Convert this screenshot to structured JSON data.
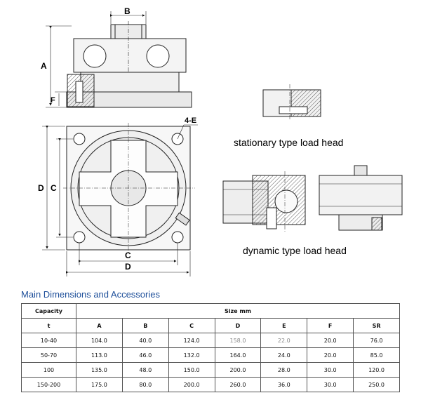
{
  "drawing": {
    "dim_B": "B",
    "dim_A": "A",
    "dim_F": "F",
    "dim_D_left": "D",
    "dim_C_left": "C",
    "dim_C_bottom": "C",
    "dim_D_bottom": "D",
    "hole_callout": "4-E",
    "stationary_caption": "stationary type load head",
    "dynamic_caption": "dynamic type load head"
  },
  "section_title": "Main Dimensions and Accessories",
  "table": {
    "capacity_label": "Capacity",
    "size_label": "Size mm",
    "columns": [
      "t",
      "A",
      "B",
      "C",
      "D",
      "E",
      "F",
      "SR"
    ],
    "rows": [
      [
        "10-40",
        "104.0",
        "40.0",
        "124.0",
        "158.0",
        "22.0",
        "20.0",
        "76.0"
      ],
      [
        "50-70",
        "113.0",
        "46.0",
        "132.0",
        "164.0",
        "24.0",
        "20.0",
        "85.0"
      ],
      [
        "100",
        "135.0",
        "48.0",
        "150.0",
        "200.0",
        "28.0",
        "30.0",
        "120.0"
      ],
      [
        "150-200",
        "175.0",
        "80.0",
        "200.0",
        "260.0",
        "36.0",
        "30.0",
        "250.0"
      ]
    ]
  }
}
